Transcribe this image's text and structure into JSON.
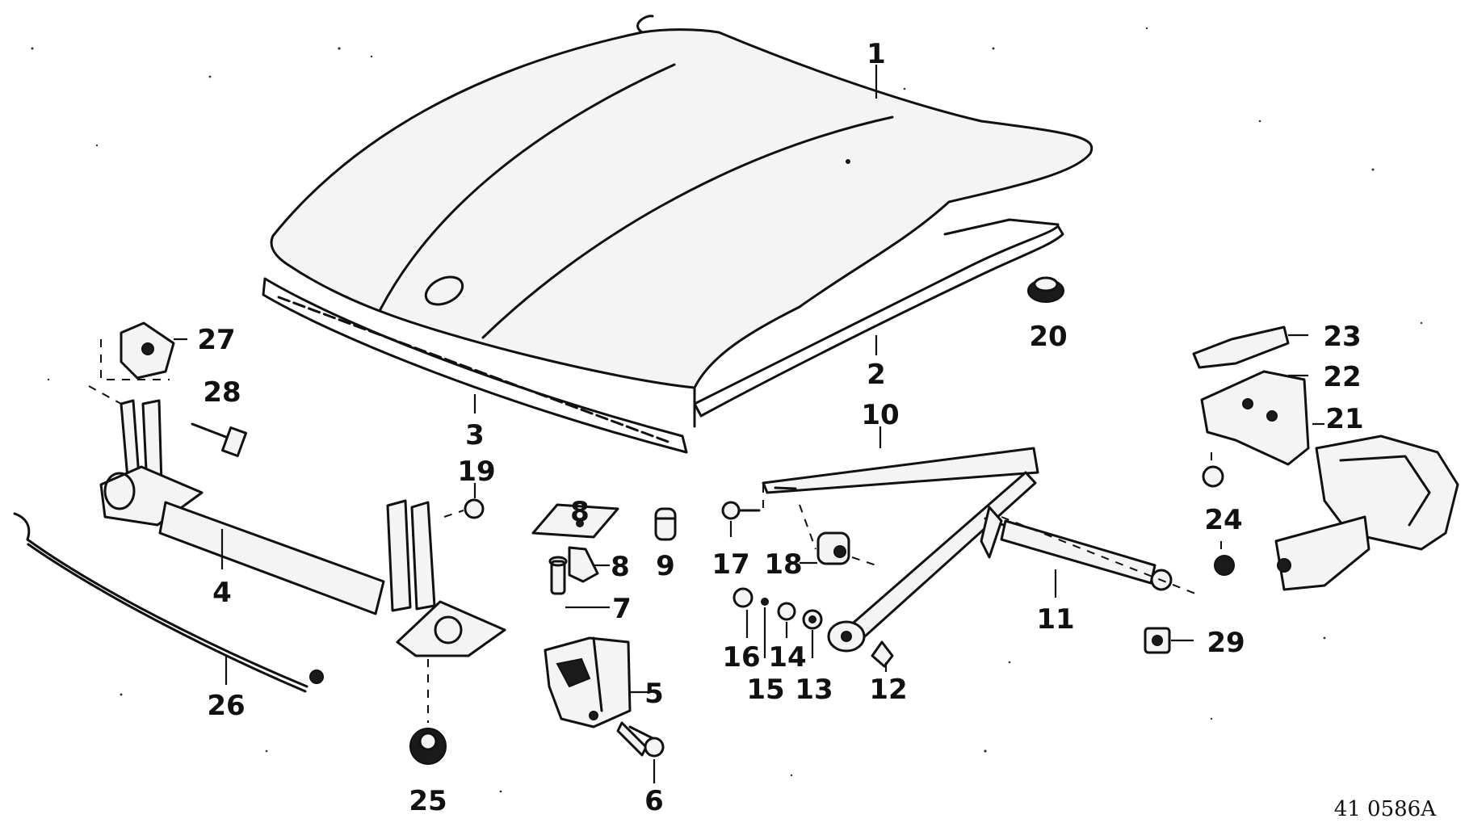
{
  "drawing_ref": "41 0586A",
  "callouts": [
    {
      "id": "c1",
      "label": "1"
    },
    {
      "id": "c2",
      "label": "2"
    },
    {
      "id": "c3",
      "label": "3"
    },
    {
      "id": "c4",
      "label": "4"
    },
    {
      "id": "c5",
      "label": "5"
    },
    {
      "id": "c6",
      "label": "6"
    },
    {
      "id": "c7",
      "label": "7"
    },
    {
      "id": "c8a",
      "label": "8"
    },
    {
      "id": "c8b",
      "label": "8"
    },
    {
      "id": "c9",
      "label": "9"
    },
    {
      "id": "c10",
      "label": "10"
    },
    {
      "id": "c11",
      "label": "11"
    },
    {
      "id": "c12",
      "label": "12"
    },
    {
      "id": "c13",
      "label": "13"
    },
    {
      "id": "c14",
      "label": "14"
    },
    {
      "id": "c15",
      "label": "15"
    },
    {
      "id": "c16",
      "label": "16"
    },
    {
      "id": "c17",
      "label": "17"
    },
    {
      "id": "c18",
      "label": "18"
    },
    {
      "id": "c19",
      "label": "19"
    },
    {
      "id": "c20",
      "label": "20"
    },
    {
      "id": "c21",
      "label": "21"
    },
    {
      "id": "c22",
      "label": "22"
    },
    {
      "id": "c23",
      "label": "23"
    },
    {
      "id": "c24",
      "label": "24"
    },
    {
      "id": "c25",
      "label": "25"
    },
    {
      "id": "c26",
      "label": "26"
    },
    {
      "id": "c27",
      "label": "27"
    },
    {
      "id": "c28",
      "label": "28"
    },
    {
      "id": "c29",
      "label": "29"
    }
  ]
}
